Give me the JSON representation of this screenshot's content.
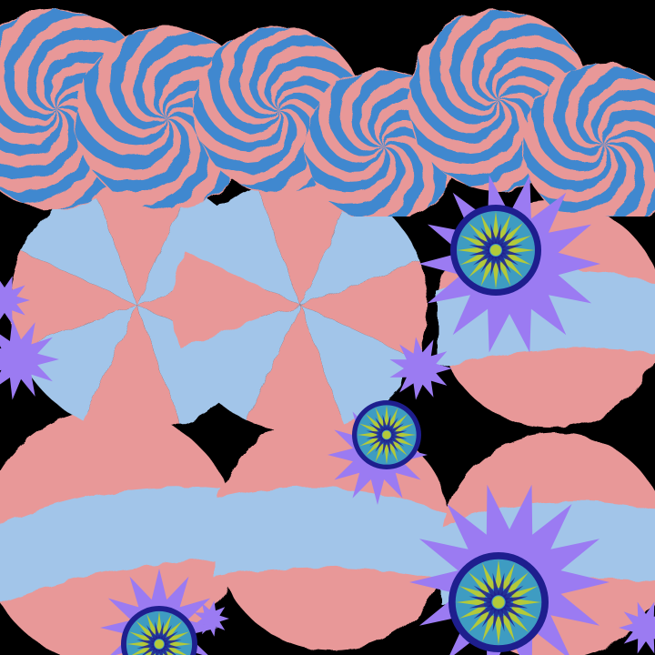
{
  "canvas": {
    "background": "#000000"
  },
  "palette": {
    "pink": "#E89898",
    "steel_blue": "#3F88CF",
    "light_blue": "#A2C5E9",
    "violet": "#9B7BF2",
    "navy": "#1E1E8E",
    "lime": "#B3C93A",
    "teal": "#3E9CC2"
  },
  "shapes": {
    "swirl_discs": 6,
    "wedge_discs": 2,
    "band_discs": 4,
    "starbursts": 9,
    "mandalas": 4
  }
}
